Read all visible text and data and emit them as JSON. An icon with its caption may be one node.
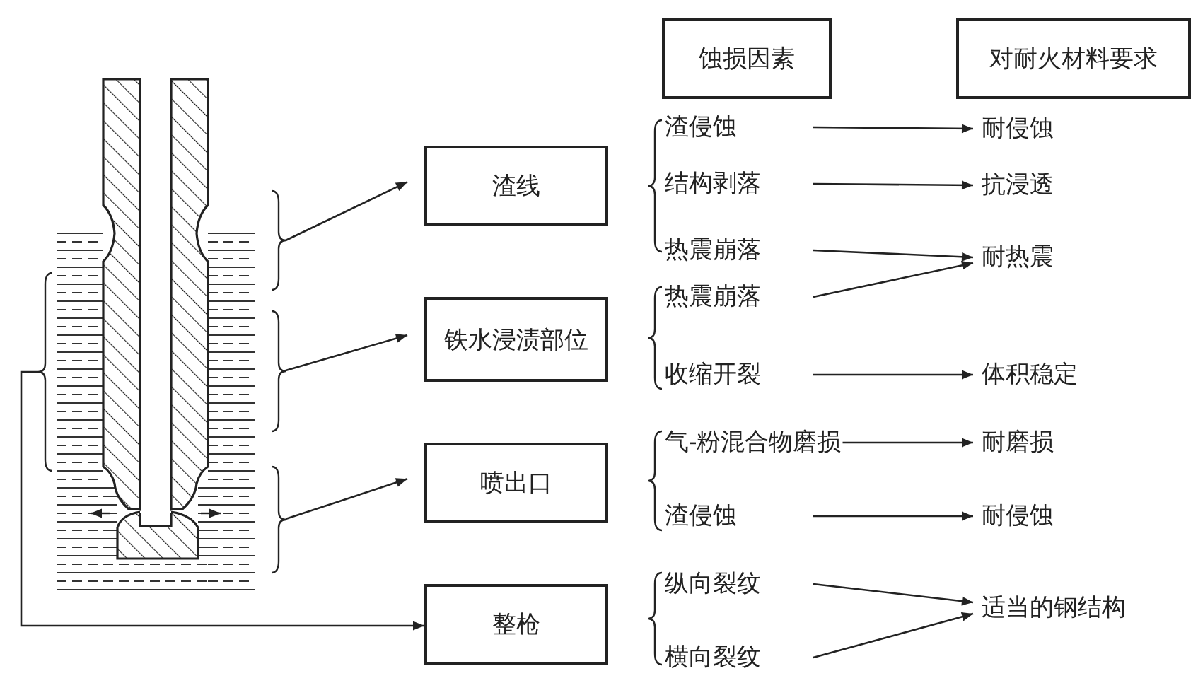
{
  "diagram": {
    "nodes": [
      {
        "text": [
          "渣线"
        ]
      },
      {
        "text": [
          "铁水浸渍部位"
        ]
      },
      {
        "text": [
          "喷出口"
        ]
      },
      {
        "text": [
          "整枪"
        ]
      },
      {
        "text": [
          "蚀损因素"
        ]
      },
      {
        "text": [
          "对耐火材料要求"
        ]
      },
      {
        "text": [
          "渣侵蚀"
        ]
      },
      {
        "text": [
          "结构剥落"
        ]
      },
      {
        "text": [
          "热震崩落"
        ]
      },
      {
        "text": [
          "热震崩落"
        ]
      },
      {
        "text": [
          "收缩开裂"
        ]
      },
      {
        "text": [
          "气-粉混合物磨损"
        ]
      },
      {
        "text": [
          "渣侵蚀"
        ]
      },
      {
        "text": [
          "纵向裂纹"
        ]
      },
      {
        "text": [
          "横向裂纹"
        ]
      },
      {
        "text": [
          "耐侵蚀"
        ]
      },
      {
        "text": [
          "抗浸透"
        ]
      },
      {
        "text": [
          "耐热震"
        ]
      },
      {
        "text": [
          "体积稳定"
        ]
      },
      {
        "text": [
          "耐磨损"
        ]
      },
      {
        "text": [
          "耐侵蚀"
        ]
      },
      {
        "text": [
          "适当的钢结构"
        ]
      }
    ],
    "edges": [
      {
        "from": null,
        "to": 0,
        "arrow": "to"
      },
      {
        "from": null,
        "to": 1,
        "arrow": "to"
      },
      {
        "from": null,
        "to": 2,
        "arrow": "to"
      },
      {
        "from": null,
        "to": 3,
        "arrow": "to"
      },
      {
        "from": 6,
        "to": 15,
        "arrow": "to"
      },
      {
        "from": 7,
        "to": 16,
        "arrow": "to"
      },
      {
        "from": 8,
        "to": 17,
        "arrow": "to"
      },
      {
        "from": 9,
        "to": 17,
        "arrow": "to"
      },
      {
        "from": 10,
        "to": 18,
        "arrow": "to"
      },
      {
        "from": 11,
        "to": 19,
        "arrow": "to"
      },
      {
        "from": 12,
        "to": 20,
        "arrow": "to"
      },
      {
        "from": 13,
        "to": 21,
        "arrow": "to"
      },
      {
        "from": 14,
        "to": 21,
        "arrow": "to"
      }
    ]
  }
}
